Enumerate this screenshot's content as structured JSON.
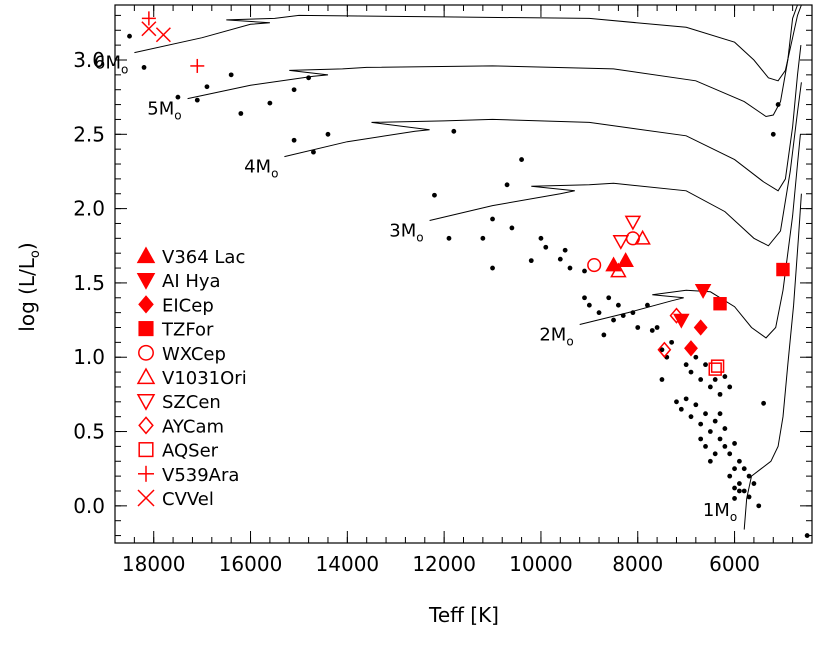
{
  "chart_data": {
    "type": "scatter",
    "title": "",
    "xlabel": "Teff [K]",
    "ylabel": "log (L/L",
    "ylabel_sub": "o",
    "ylabel_close": ")",
    "x_reversed": true,
    "xlim": [
      18800,
      4400
    ],
    "ylim": [
      -0.25,
      3.37
    ],
    "x_ticks": [
      18000,
      16000,
      14000,
      12000,
      10000,
      8000,
      6000
    ],
    "x_tick_labels": [
      "18000",
      "16000",
      "14000",
      "12000",
      "10000",
      "8000",
      "6000"
    ],
    "x_minor_step": 400,
    "y_ticks": [
      0.0,
      0.5,
      1.0,
      1.5,
      2.0,
      2.5,
      3.0
    ],
    "y_tick_labels": [
      "0.0",
      "0.5",
      "1.0",
      "1.5",
      "2.0",
      "2.5",
      "3.0"
    ],
    "y_minor_step": 0.1,
    "grid": false,
    "legend_position": "left",
    "colors": {
      "stars": "#ff0000",
      "field": "#000000",
      "tracks": "#000000"
    },
    "tracks": [
      {
        "mass_label": "6M",
        "mass_sub": "o",
        "points": [
          [
            18400,
            3.05
          ],
          [
            17000,
            3.15
          ],
          [
            16000,
            3.24
          ],
          [
            15600,
            3.25
          ],
          [
            16500,
            3.27
          ],
          [
            15500,
            3.28
          ],
          [
            15000,
            3.3
          ],
          [
            12000,
            3.29
          ],
          [
            9000,
            3.28
          ],
          [
            7000,
            3.22
          ],
          [
            6000,
            3.12
          ],
          [
            5600,
            3.0
          ],
          [
            5300,
            2.88
          ],
          [
            5100,
            2.86
          ],
          [
            4950,
            2.93
          ],
          [
            4800,
            3.15
          ],
          [
            4700,
            3.3
          ],
          [
            4620,
            3.37
          ]
        ]
      },
      {
        "mass_label": "5M",
        "mass_sub": "o",
        "points": [
          [
            17300,
            2.74
          ],
          [
            16000,
            2.83
          ],
          [
            14700,
            2.89
          ],
          [
            14400,
            2.9
          ],
          [
            15200,
            2.93
          ],
          [
            14100,
            2.94
          ],
          [
            13600,
            2.95
          ],
          [
            11000,
            2.96
          ],
          [
            8500,
            2.94
          ],
          [
            6800,
            2.86
          ],
          [
            5800,
            2.72
          ],
          [
            5350,
            2.62
          ],
          [
            5200,
            2.63
          ],
          [
            5050,
            2.72
          ],
          [
            4900,
            3.0
          ],
          [
            4800,
            3.28
          ],
          [
            4700,
            3.37
          ]
        ]
      },
      {
        "mass_label": "4M",
        "mass_sub": "o",
        "points": [
          [
            15300,
            2.35
          ],
          [
            14000,
            2.45
          ],
          [
            12600,
            2.52
          ],
          [
            12300,
            2.53
          ],
          [
            13500,
            2.58
          ],
          [
            12000,
            2.59
          ],
          [
            11000,
            2.6
          ],
          [
            9000,
            2.58
          ],
          [
            7000,
            2.49
          ],
          [
            6000,
            2.33
          ],
          [
            5400,
            2.18
          ],
          [
            5100,
            2.12
          ],
          [
            4950,
            2.2
          ],
          [
            4800,
            2.55
          ],
          [
            4700,
            2.9
          ],
          [
            4630,
            3.1
          ]
        ]
      },
      {
        "mass_label": "3M",
        "mass_sub": "o",
        "points": [
          [
            12300,
            1.92
          ],
          [
            11000,
            2.02
          ],
          [
            9600,
            2.1
          ],
          [
            9300,
            2.12
          ],
          [
            10200,
            2.15
          ],
          [
            9000,
            2.16
          ],
          [
            8500,
            2.17
          ],
          [
            7000,
            2.12
          ],
          [
            6200,
            1.98
          ],
          [
            5600,
            1.8
          ],
          [
            5300,
            1.75
          ],
          [
            5050,
            1.85
          ],
          [
            4850,
            2.25
          ],
          [
            4700,
            2.65
          ],
          [
            4620,
            2.85
          ]
        ]
      },
      {
        "mass_label": "2M",
        "mass_sub": "o",
        "points": [
          [
            9200,
            1.22
          ],
          [
            8200,
            1.3
          ],
          [
            7300,
            1.38
          ],
          [
            7050,
            1.4
          ],
          [
            7700,
            1.42
          ],
          [
            7000,
            1.45
          ],
          [
            6500,
            1.44
          ],
          [
            6000,
            1.34
          ],
          [
            5650,
            1.2
          ],
          [
            5350,
            1.13
          ],
          [
            5150,
            1.2
          ],
          [
            5000,
            1.45
          ],
          [
            4800,
            1.95
          ],
          [
            4700,
            2.3
          ],
          [
            4640,
            2.5
          ]
        ]
      },
      {
        "mass_label": "1M",
        "mass_sub": "o",
        "points": [
          [
            5800,
            -0.16
          ],
          [
            5750,
            0.05
          ],
          [
            5650,
            0.2
          ],
          [
            5450,
            0.25
          ],
          [
            5250,
            0.3
          ],
          [
            5100,
            0.4
          ],
          [
            5000,
            0.6
          ],
          [
            4900,
            0.95
          ],
          [
            4780,
            1.35
          ],
          [
            4680,
            1.8
          ],
          [
            4620,
            2.1
          ]
        ]
      }
    ],
    "field_stars": [
      [
        18500,
        3.16
      ],
      [
        18200,
        2.95
      ],
      [
        17500,
        2.75
      ],
      [
        17100,
        2.73
      ],
      [
        16900,
        2.82
      ],
      [
        16400,
        2.9
      ],
      [
        16200,
        2.64
      ],
      [
        15600,
        2.71
      ],
      [
        15100,
        2.8
      ],
      [
        15100,
        2.46
      ],
      [
        14800,
        2.88
      ],
      [
        14700,
        2.38
      ],
      [
        14400,
        2.5
      ],
      [
        11800,
        2.52
      ],
      [
        10400,
        2.33
      ],
      [
        10700,
        2.16
      ],
      [
        12200,
        2.09
      ],
      [
        11900,
        1.8
      ],
      [
        11200,
        1.8
      ],
      [
        11000,
        1.6
      ],
      [
        11000,
        1.93
      ],
      [
        10600,
        1.87
      ],
      [
        10200,
        1.65
      ],
      [
        10000,
        1.8
      ],
      [
        9900,
        1.74
      ],
      [
        9600,
        1.66
      ],
      [
        9400,
        1.6
      ],
      [
        9100,
        1.58
      ],
      [
        9500,
        1.72
      ],
      [
        9100,
        1.4
      ],
      [
        9000,
        1.35
      ],
      [
        8800,
        1.3
      ],
      [
        8600,
        1.4
      ],
      [
        8500,
        1.25
      ],
      [
        8400,
        1.35
      ],
      [
        8300,
        1.28
      ],
      [
        8100,
        1.3
      ],
      [
        8000,
        1.2
      ],
      [
        7800,
        1.35
      ],
      [
        7600,
        1.2
      ],
      [
        7500,
        1.05
      ],
      [
        7400,
        1.0
      ],
      [
        7300,
        1.1
      ],
      [
        7500,
        0.85
      ],
      [
        7000,
        0.95
      ],
      [
        6900,
        0.9
      ],
      [
        6800,
        1.0
      ],
      [
        6700,
        0.85
      ],
      [
        6600,
        0.95
      ],
      [
        6500,
        0.8
      ],
      [
        6400,
        0.85
      ],
      [
        6300,
        0.75
      ],
      [
        6200,
        0.87
      ],
      [
        6100,
        0.8
      ],
      [
        7200,
        0.7
      ],
      [
        7100,
        0.65
      ],
      [
        7000,
        0.72
      ],
      [
        6900,
        0.6
      ],
      [
        6800,
        0.68
      ],
      [
        6700,
        0.55
      ],
      [
        6600,
        0.62
      ],
      [
        6500,
        0.5
      ],
      [
        6400,
        0.57
      ],
      [
        6300,
        0.45
      ],
      [
        6200,
        0.4
      ],
      [
        6100,
        0.35
      ],
      [
        6000,
        0.42
      ],
      [
        5900,
        0.3
      ],
      [
        5800,
        0.25
      ],
      [
        5700,
        0.2
      ],
      [
        5900,
        0.1
      ],
      [
        6000,
        0.05
      ],
      [
        5600,
        0.15
      ],
      [
        5500,
        0.0
      ],
      [
        6200,
        0.52
      ],
      [
        6300,
        0.62
      ],
      [
        6600,
        0.4
      ],
      [
        6700,
        0.45
      ],
      [
        6500,
        0.3
      ],
      [
        6400,
        0.35
      ],
      [
        6100,
        0.2
      ],
      [
        6000,
        0.25
      ],
      [
        5800,
        0.1
      ],
      [
        5700,
        0.06
      ],
      [
        5900,
        0.15
      ],
      [
        6000,
        0.12
      ],
      [
        8700,
        1.15
      ],
      [
        7700,
        1.18
      ],
      [
        5100,
        2.7
      ],
      [
        5200,
        2.5
      ],
      [
        5400,
        0.69
      ],
      [
        4500,
        -0.2
      ]
    ],
    "series": [
      {
        "name": "V364 Lac",
        "marker": "triangle-up",
        "filled": true,
        "points": [
          [
            8500,
            1.62
          ],
          [
            8250,
            1.65
          ]
        ]
      },
      {
        "name": "AI Hya",
        "marker": "triangle-down",
        "filled": true,
        "points": [
          [
            7100,
            1.25
          ],
          [
            6650,
            1.45
          ]
        ]
      },
      {
        "name": "EICep",
        "marker": "diamond",
        "filled": true,
        "points": [
          [
            6900,
            1.06
          ],
          [
            6700,
            1.2
          ]
        ]
      },
      {
        "name": "TZFor",
        "marker": "square",
        "filled": true,
        "points": [
          [
            6300,
            1.36
          ],
          [
            5000,
            1.59
          ]
        ]
      },
      {
        "name": "WXCep",
        "marker": "circle",
        "filled": false,
        "points": [
          [
            8900,
            1.62
          ],
          [
            8100,
            1.8
          ]
        ]
      },
      {
        "name": "V1031Ori",
        "marker": "triangle-up",
        "filled": false,
        "points": [
          [
            8400,
            1.58
          ],
          [
            7900,
            1.8
          ]
        ]
      },
      {
        "name": "SZCen",
        "marker": "triangle-down",
        "filled": false,
        "points": [
          [
            8350,
            1.78
          ],
          [
            8100,
            1.91
          ]
        ]
      },
      {
        "name": "AYCam",
        "marker": "diamond",
        "filled": false,
        "points": [
          [
            7450,
            1.05
          ],
          [
            7200,
            1.28
          ]
        ]
      },
      {
        "name": "AQSer",
        "marker": "square",
        "filled": false,
        "points": [
          [
            6400,
            0.92
          ],
          [
            6350,
            0.94
          ]
        ]
      },
      {
        "name": "V539Ara",
        "marker": "plus",
        "filled": false,
        "points": [
          [
            18100,
            3.28
          ],
          [
            17100,
            2.96
          ]
        ]
      },
      {
        "name": "CVVel",
        "marker": "x",
        "filled": false,
        "points": [
          [
            18100,
            3.21
          ],
          [
            17800,
            3.17
          ]
        ]
      }
    ]
  }
}
